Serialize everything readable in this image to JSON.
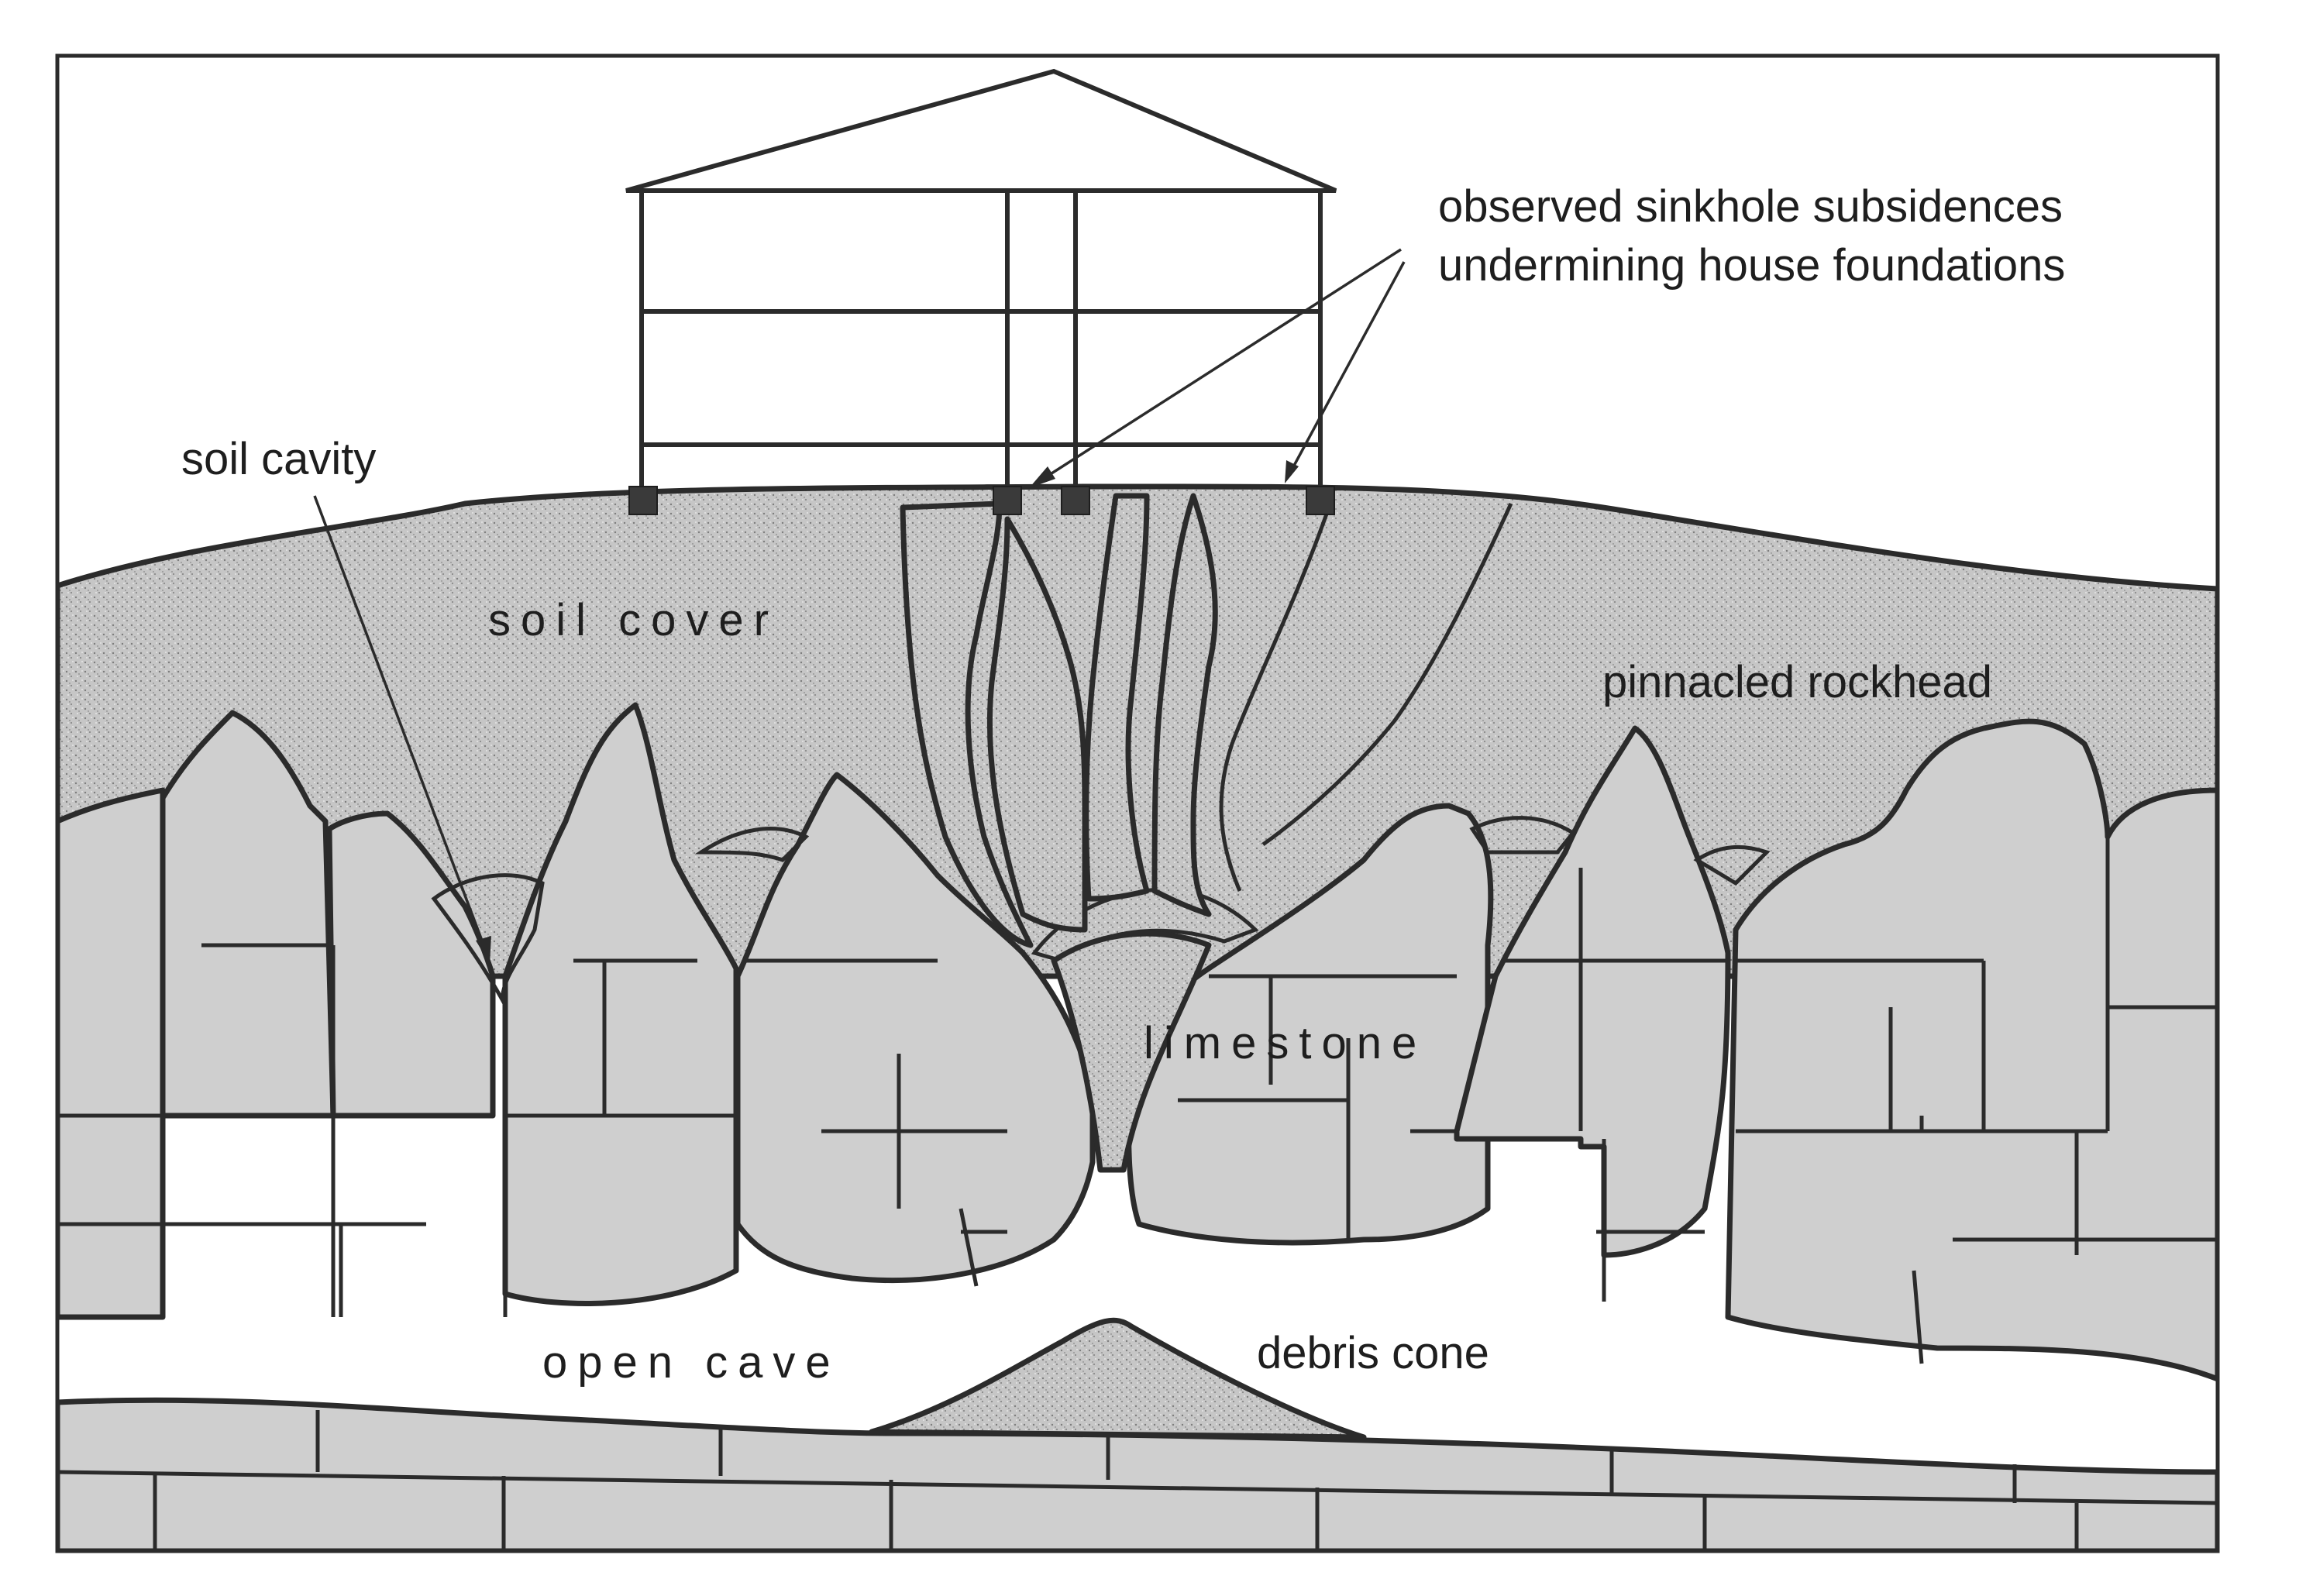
{
  "labels": {
    "observed_line1": "observed sinkhole subsidences",
    "observed_line2": "undermining house foundations",
    "soil_cavity": "soil cavity",
    "soil_cover": "soil cover",
    "pinnacled_rockhead": "pinnacled rockhead",
    "limestone": "limestone",
    "open_cave": "open cave",
    "debris_cone": "debris cone"
  },
  "colors": {
    "background": "#ffffff",
    "rock_fill": "#cfcfcf",
    "soil_fill": "#c4c4c4",
    "line": "#2b2b2b"
  }
}
